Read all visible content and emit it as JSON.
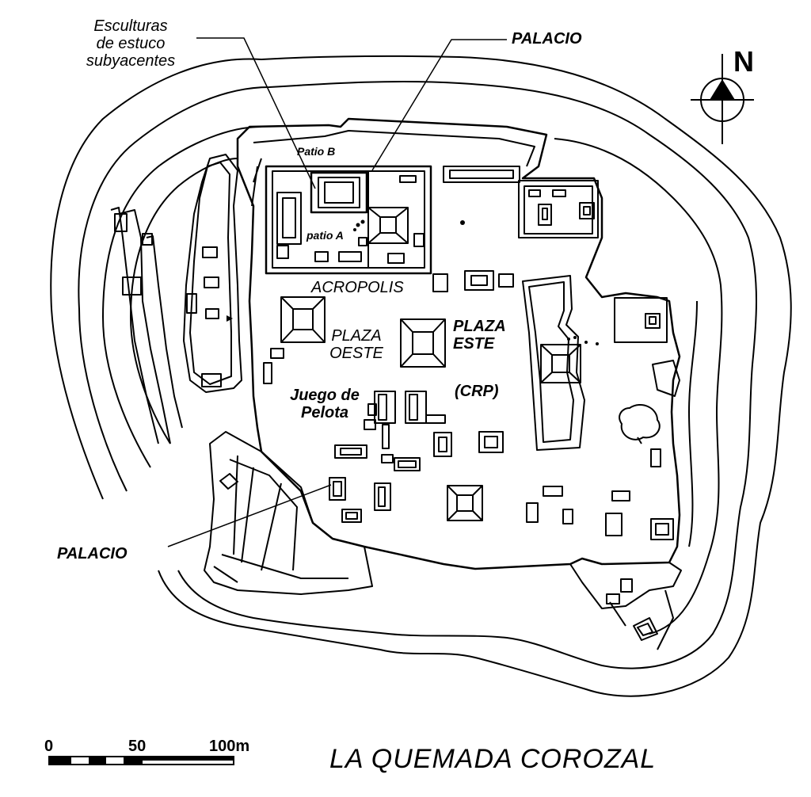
{
  "map": {
    "title": "LA QUEMADA COROZAL",
    "north_label": "N",
    "labels": {
      "esculturas": [
        "Esculturas",
        "de estuco",
        "subyacentes"
      ],
      "palacio_top": "PALACIO",
      "patio_b": "Patio B",
      "patio_a": "patio A",
      "acropolis": "ACROPOLIS",
      "plaza_oeste": [
        "PLAZA",
        "OESTE"
      ],
      "plaza_este": [
        "PLAZA",
        "ESTE"
      ],
      "crp": "(CRP)",
      "juego": [
        "Juego de",
        "Pelota"
      ],
      "palacio_bottom": "PALACIO"
    },
    "scale": {
      "ticks": [
        "0",
        "50",
        "100m"
      ]
    },
    "colors": {
      "ink": "#000000",
      "paper": "#ffffff"
    },
    "icons": {
      "north_arrow": "north-arrow-icon"
    }
  }
}
